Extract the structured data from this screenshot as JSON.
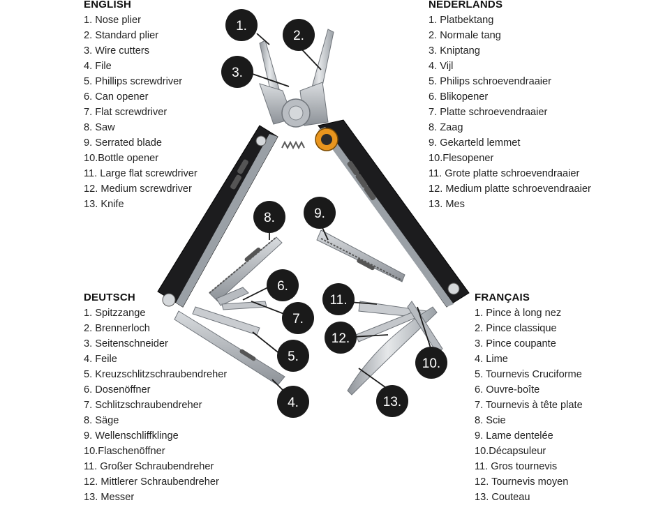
{
  "legends": {
    "english": {
      "title": "ENGLISH",
      "items": [
        "1. Nose plier",
        "2. Standard plier",
        "3. Wire cutters",
        "4. File",
        "5. Phillips screwdriver",
        "6. Can opener",
        "7. Flat screwdriver",
        "8. Saw",
        "9. Serrated blade",
        "10.Bottle opener",
        "11. Large flat screwdriver",
        "12. Medium screwdriver",
        "13. Knife"
      ]
    },
    "nederlands": {
      "title": "NEDERLANDS",
      "items": [
        "1. Platbektang",
        "2. Normale tang",
        "3. Kniptang",
        "4. Vijl",
        "5. Philips schroevendraaier",
        "6. Blikopener",
        "7. Platte schroevendraaier",
        "8. Zaag",
        "9. Gekarteld lemmet",
        "10.Flesopener",
        "11. Grote platte schroevendraaier",
        "12. Medium platte schroevendraaier",
        "13. Mes"
      ]
    },
    "deutsch": {
      "title": "DEUTSCH",
      "items": [
        "1. Spitzzange",
        "2. Brennerloch",
        "3. Seitenschneider",
        "4. Feile",
        "5. Kreuzschlitzschraubendreher",
        "6. Dosenöffner",
        "7. Schlitzschraubendreher",
        "8. Säge",
        "9. Wellenschliffklinge",
        "10.Flaschenöffner",
        "11. Großer Schraubendreher",
        "12. Mittlerer Schraubendreher",
        "13. Messer"
      ]
    },
    "francais": {
      "title": "FRANÇAIS",
      "items": [
        "1. Pince à long nez",
        "2. Pince classique",
        "3. Pince coupante",
        "4. Lime",
        "5. Tournevis Cruciforme",
        "6. Ouvre-boîte",
        "7. Tournevis à tête plate",
        "8. Scie",
        "9. Lame dentelée",
        "10.Décapsuleur",
        "11. Gros tournevis",
        "12. Tournevis moyen",
        "13. Couteau"
      ]
    }
  },
  "callouts": [
    "1.",
    "2.",
    "3.",
    "4.",
    "5.",
    "6.",
    "7.",
    "8.",
    "9.",
    "10.",
    "11.",
    "12.",
    "13."
  ],
  "colors": {
    "handle": "#1c1c1e",
    "steel": "#c9ccd0",
    "steel_dark": "#8e9399",
    "accent": "#e8951e",
    "badge": "#1a1a1a"
  }
}
